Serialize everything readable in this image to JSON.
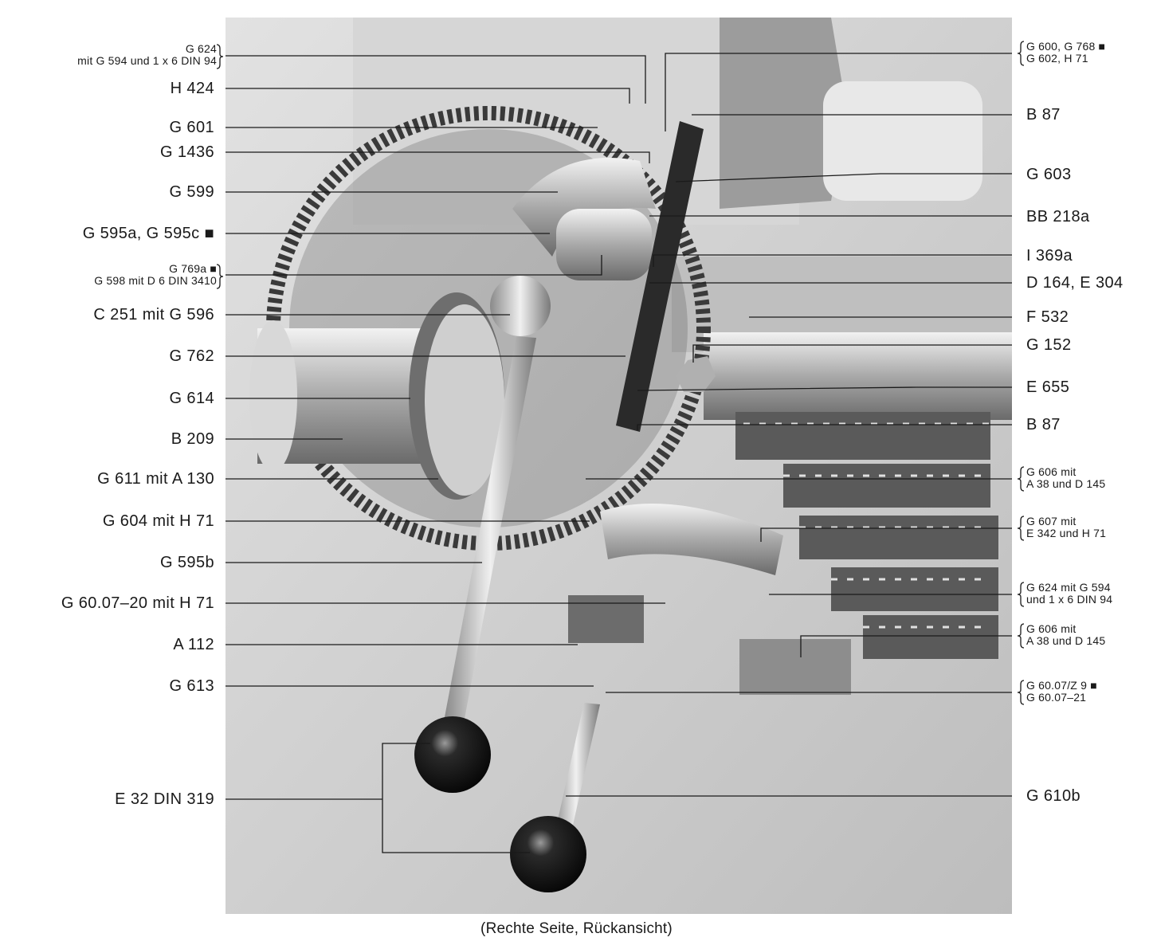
{
  "caption": "(Rechte Seite, Rückansicht)",
  "labels_left": [
    {
      "l1": "G 624",
      "l2": "mit G 594 und 1 x 6 DIN 94",
      "brace": true
    },
    {
      "text": "H 424"
    },
    {
      "text": "G 601"
    },
    {
      "text": "G 1436"
    },
    {
      "text": "G 599"
    },
    {
      "text": "G 595a, G 595c ■"
    },
    {
      "l1": "G 769a ■",
      "l2": "G 598 mit D 6 DIN 3410",
      "brace": true
    },
    {
      "text": "C 251 mit G 596"
    },
    {
      "text": "G 762"
    },
    {
      "text": "G 614"
    },
    {
      "text": "B 209"
    },
    {
      "text": "G 611 mit A 130"
    },
    {
      "text": "G 604 mit H 71"
    },
    {
      "text": "G 595b"
    },
    {
      "text": "G 60.07–20 mit H 71"
    },
    {
      "text": "A 112"
    },
    {
      "text": "G 613"
    },
    {
      "text": "E 32 DIN 319"
    }
  ],
  "labels_right": [
    {
      "l1": "G 600, G 768 ■",
      "l2": "G 602, H 71",
      "brace": true
    },
    {
      "text": "B 87"
    },
    {
      "text": "G 603"
    },
    {
      "text": "BB 218a"
    },
    {
      "text": "I 369a"
    },
    {
      "text": "D 164, E 304"
    },
    {
      "text": "F 532"
    },
    {
      "text": "G 152"
    },
    {
      "text": "E 655"
    },
    {
      "text": "B 87"
    },
    {
      "l1": "G 606 mit",
      "l2": "A 38 und D 145",
      "brace": true
    },
    {
      "l1": "G 607 mit",
      "l2": "E 342 und H 71",
      "brace": true
    },
    {
      "l1": "G 624 mit G 594",
      "l2": "und 1 x 6 DIN 94",
      "brace": true
    },
    {
      "l1": "G 606 mit",
      "l2": "A 38 und D 145",
      "brace": true
    },
    {
      "l1": "G 60.07/Z 9 ■",
      "l2": "G 60.07–21",
      "brace": true
    },
    {
      "text": "G 610b"
    }
  ]
}
